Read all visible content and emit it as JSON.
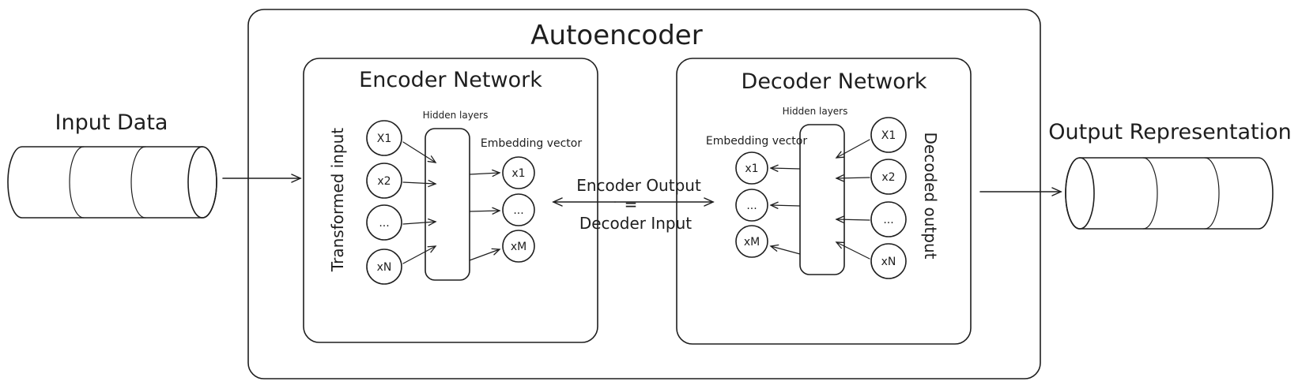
{
  "title": "Autoencoder",
  "input": {
    "label": "Input Data"
  },
  "output": {
    "label": "Output Representation"
  },
  "encoder": {
    "title": "Encoder Network",
    "side_label": "Transformed input",
    "hidden_label": "Hidden layers",
    "embedding_label": "Embedding vector",
    "input_nodes": [
      "X1",
      "x2",
      "...",
      "xN"
    ],
    "embedding_nodes": [
      "x1",
      "...",
      "xM"
    ]
  },
  "decoder": {
    "title": "Decoder Network",
    "side_label": "Decoded output",
    "hidden_label": "Hidden layers",
    "embedding_label": "Embedding vector",
    "embedding_nodes": [
      "x1",
      "...",
      "xM"
    ],
    "output_nodes": [
      "X1",
      "x2",
      "...",
      "xN"
    ]
  },
  "bridge": {
    "line1": "Encoder Output",
    "equals": "=",
    "line2": "Decoder Input"
  },
  "colors": {
    "input_fill": "#fff3bf",
    "input_face": "#ffe08a",
    "output_fill": "#ffe8d1",
    "output_face": "#ffd49e",
    "encoder_fill": "#ebfbee",
    "encoder_hatch": "#b2f2bb",
    "decoder_fill": "#e7f5ff",
    "decoder_hatch": "#a5d8ff",
    "ink": "#1e1e1e"
  }
}
